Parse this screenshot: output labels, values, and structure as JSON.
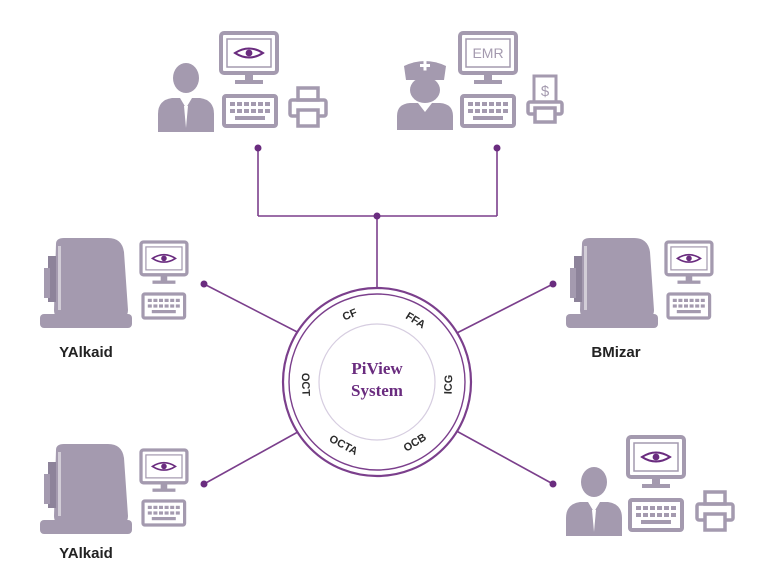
{
  "colors": {
    "device": "#a49aaf",
    "device_dark": "#8d839a",
    "line": "#7b3f8c",
    "dot": "#6a2c7f",
    "center_text": "#6a2c7f",
    "ring": "#7b3f8c"
  },
  "top_left_station": {
    "icons": [
      "user-icon",
      "monitor-icon",
      "keyboard-icon",
      "printer-icon"
    ]
  },
  "top_right_station": {
    "emr_label": "EMR",
    "billing_symbol": "$",
    "icons": [
      "nurse-icon",
      "monitor-icon",
      "keyboard-icon",
      "billing-printer-icon"
    ]
  },
  "left_upper_device": {
    "label": "YAlkaid"
  },
  "left_lower_device": {
    "label": "YAlkaid"
  },
  "right_device": {
    "label": "BMizar"
  },
  "bottom_right_station": {
    "icons": [
      "user-icon",
      "monitor-icon",
      "keyboard-icon",
      "printer-icon"
    ]
  },
  "center": {
    "title_line1": "PiView",
    "title_line2": "System",
    "modalities": [
      "CF",
      "FFA",
      "ICG",
      "OCB",
      "OCTA",
      "OCT"
    ]
  }
}
